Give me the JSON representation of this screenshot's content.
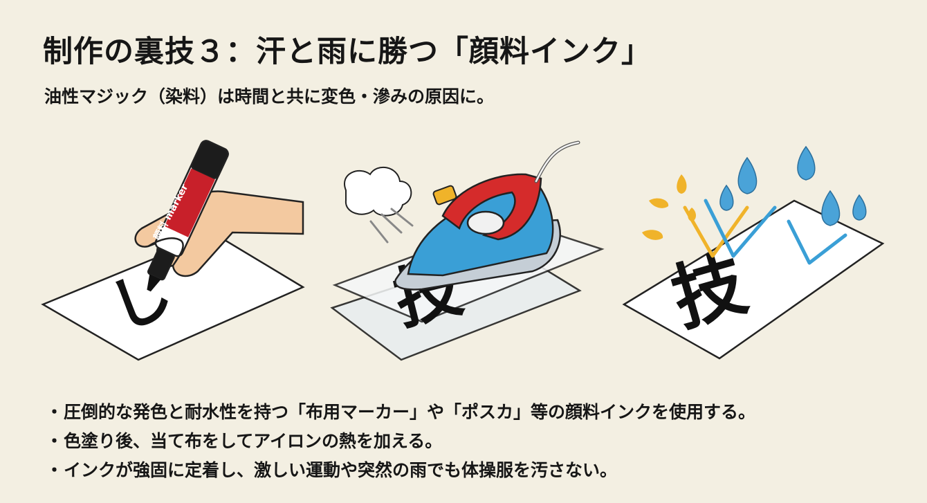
{
  "title": "制作の裏技３：汗と雨に勝つ「顔料インク」",
  "subtitle": "油性マジック（染料）は時間と共に変色・滲みの原因に。",
  "illustrations": {
    "marker_label": "顔料 marker",
    "panel1_glyph": "し",
    "panel2_glyph": "技",
    "panel3_glyph": "技",
    "panel1_icon": "marker-writing-icon",
    "panel2_icon": "iron-heat-set-icon",
    "panel3_icon": "rain-resistant-icon"
  },
  "bullets": [
    {
      "mark": "・",
      "text": "圧倒的な発色と耐水性を持つ「布用マーカー」や「ポスカ」等の顔料インクを使用する。"
    },
    {
      "mark": "・",
      "text": "色塗り後、当て布をしてアイロンの熱を加える。"
    },
    {
      "mark": "・",
      "text": "インクが強固に定着し、激しい運動や突然の雨でも体操服を汚さない。"
    }
  ],
  "colors": {
    "background": "#f3efe2",
    "text": "#161616",
    "marker_red": "#c8202a",
    "iron_blue": "#3a9fd6",
    "water_blue": "#4aa3d8",
    "sweat_yellow": "#f0b32a"
  }
}
